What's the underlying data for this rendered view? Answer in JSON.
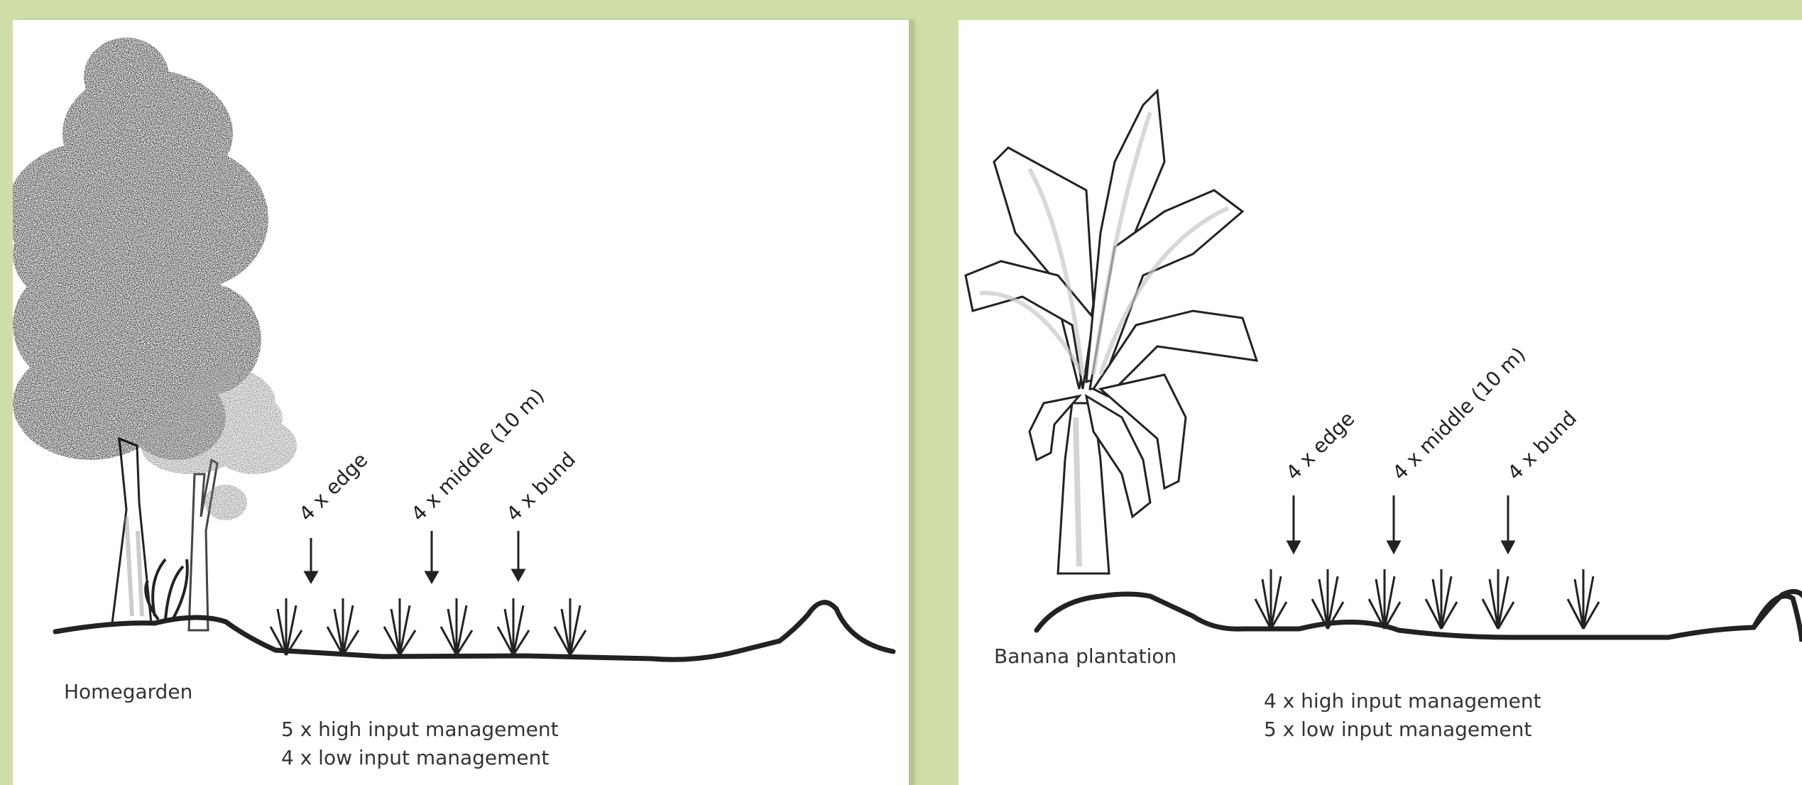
{
  "left_panel": {
    "site_label": "Homegarden",
    "sampling_labels": {
      "edge": "4 x edge",
      "middle": "4 x middle (10 m)",
      "bund": "4 x bund"
    },
    "management": {
      "high": "5 x high input management",
      "low": "4 x low input management"
    }
  },
  "right_panel": {
    "site_label": "Banana plantation",
    "sampling_labels": {
      "edge": "4 x edge",
      "middle": "4 x middle (10 m)",
      "bund": "4 x bund"
    },
    "management": {
      "high": "4 x high input management",
      "low": "5 x low input management"
    }
  },
  "colors": {
    "background": "#cfdea8",
    "panel": "#ffffff",
    "ink": "#222222",
    "gray_tree": "#8c8c8c"
  }
}
